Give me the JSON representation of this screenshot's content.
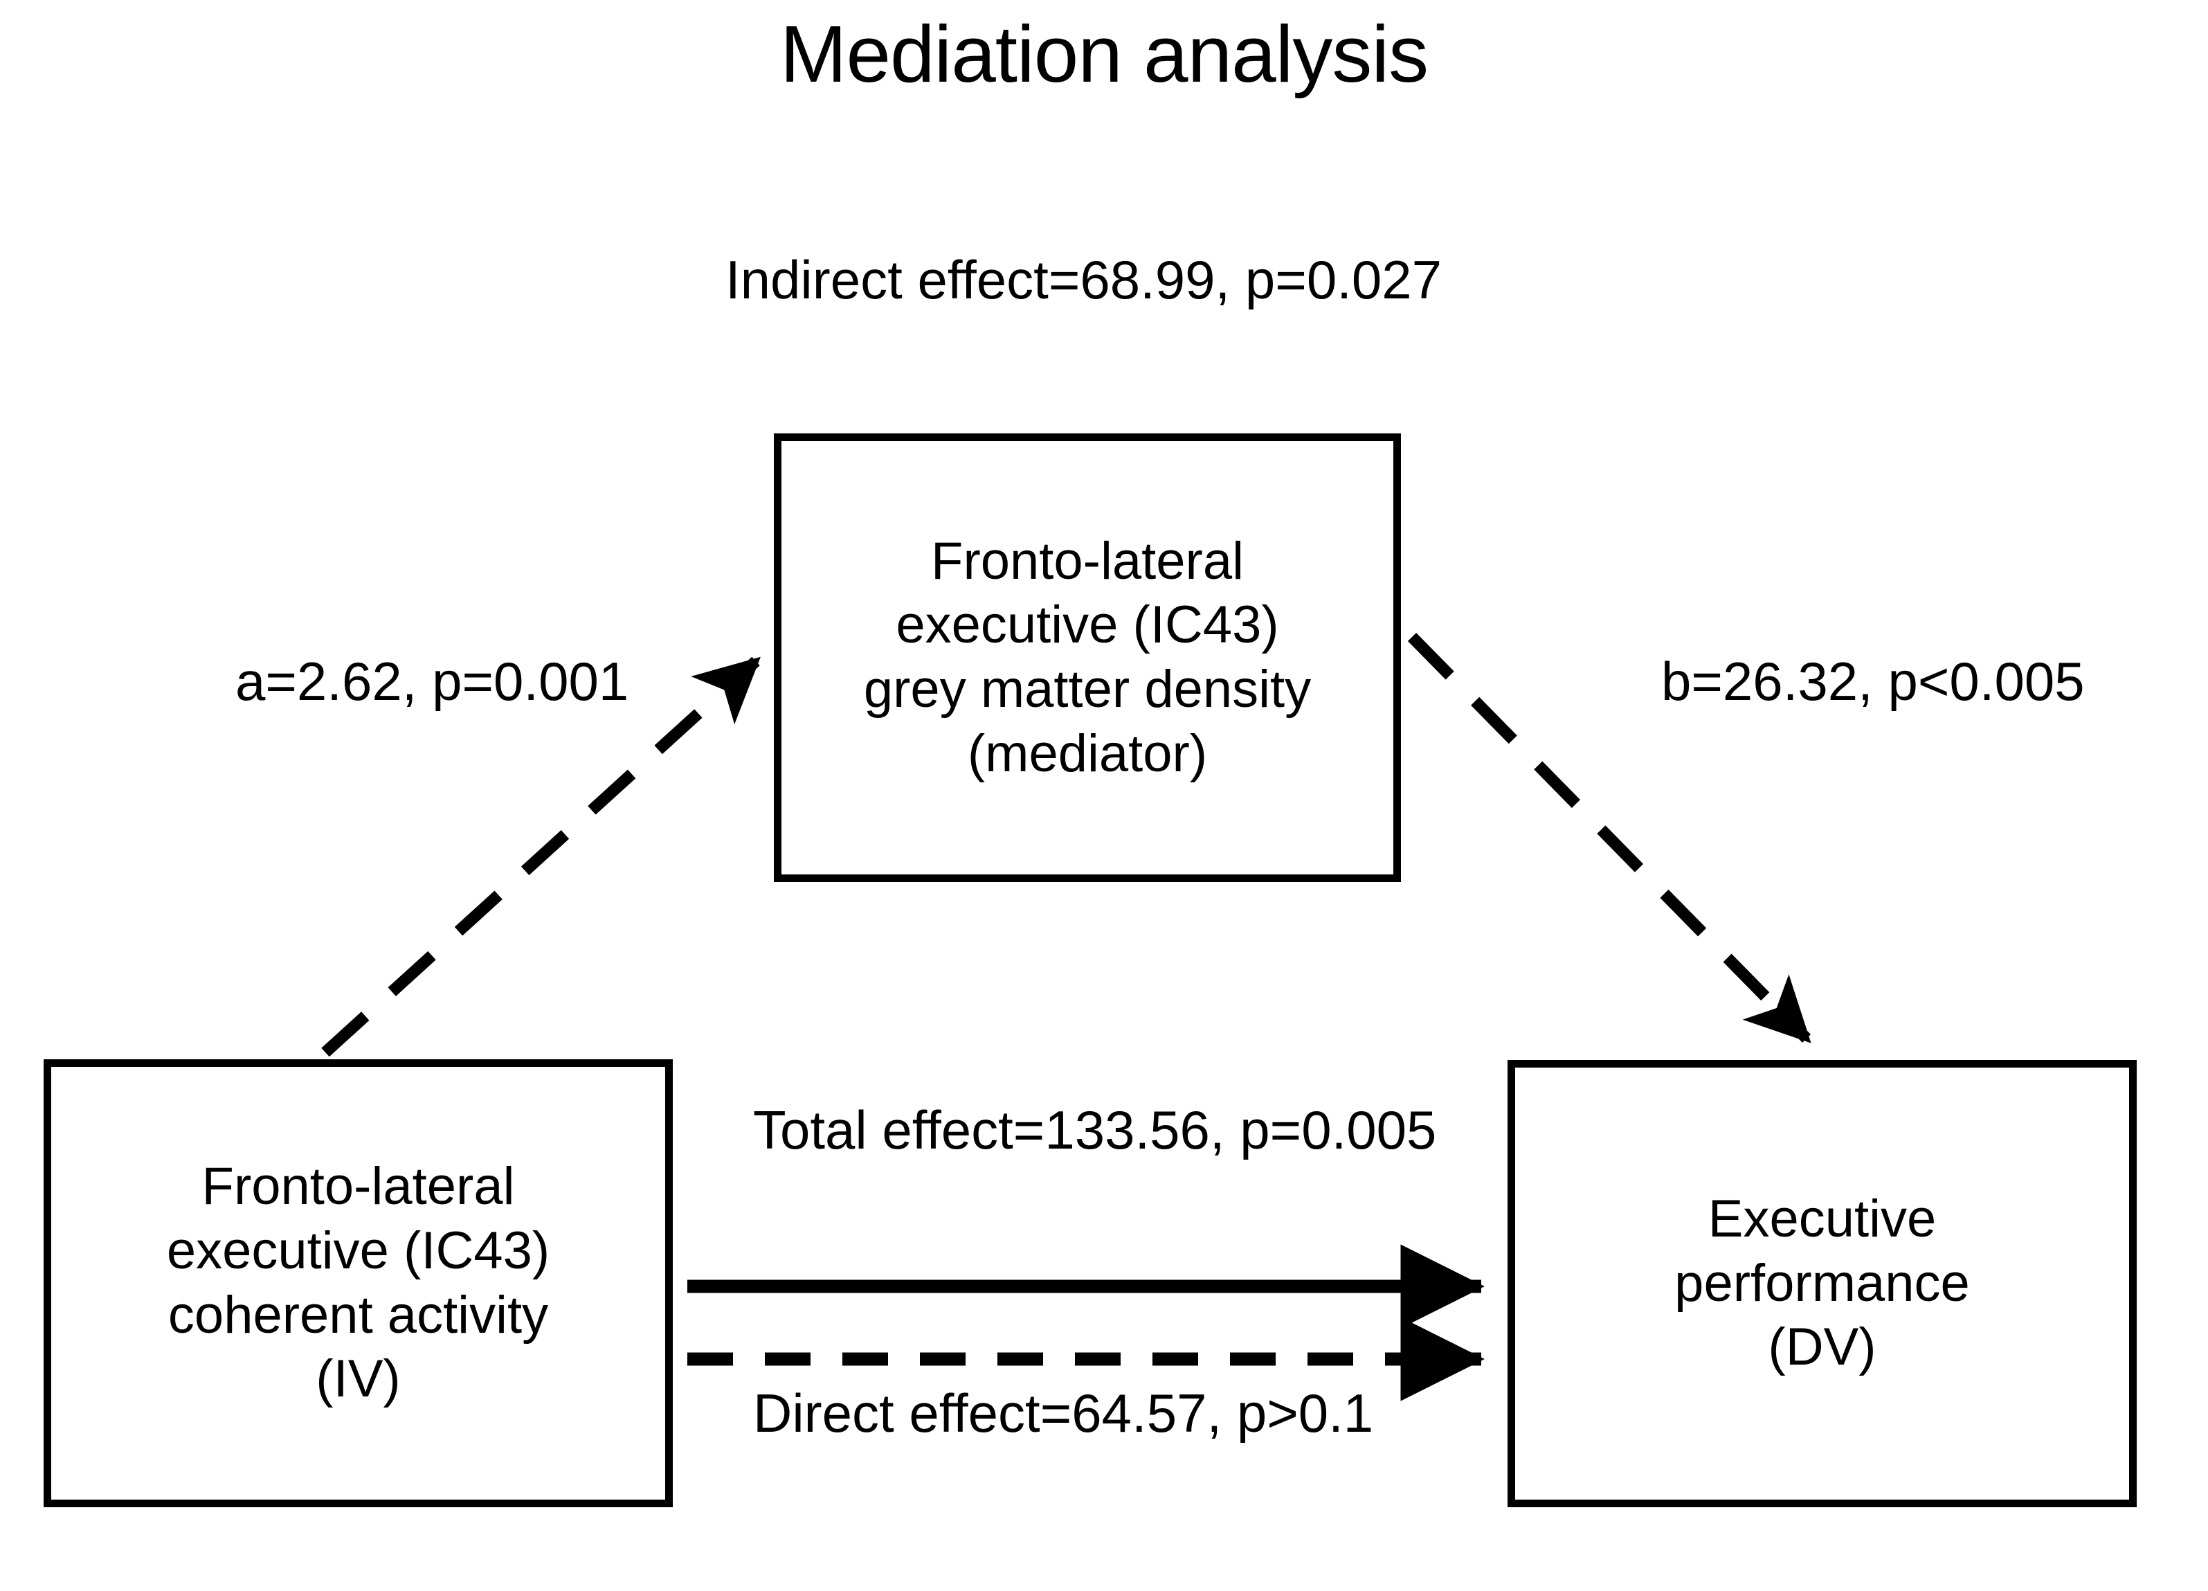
{
  "title": "Mediation analysis",
  "colors": {
    "ink": "#000000",
    "background": "#ffffff"
  },
  "nodes": {
    "mediator": {
      "role": "mediator",
      "lines": [
        "Fronto-lateral",
        "executive (IC43)",
        "grey matter density",
        "(mediator)"
      ]
    },
    "independent": {
      "role": "IV",
      "lines": [
        "Fronto-lateral",
        "executive (IC43)",
        "coherent activity",
        "(IV)"
      ]
    },
    "dependent": {
      "role": "DV",
      "lines": [
        "Executive",
        "performance",
        "(DV)"
      ]
    }
  },
  "edges": {
    "indirect": {
      "name": "Indirect effect",
      "lines": [
        "Indirect effect=68.99,",
        "p=0.027"
      ],
      "coefficient": 68.99,
      "p_value": "p=0.027",
      "style": "label-only"
    },
    "a_path": {
      "name": "a path",
      "lines": [
        "a=2.62,",
        "p=0.001"
      ],
      "coefficient": 2.62,
      "p_value": "p=0.001",
      "style": "dashed",
      "from": "IV",
      "to": "mediator"
    },
    "b_path": {
      "name": "b path",
      "lines": [
        "b=26.32,",
        "p<0.005"
      ],
      "coefficient": 26.32,
      "p_value": "p<0.005",
      "style": "dashed",
      "from": "mediator",
      "to": "DV"
    },
    "total": {
      "name": "Total effect",
      "lines": [
        "Total effect=133.56,",
        "p=0.005"
      ],
      "coefficient": 133.56,
      "p_value": "p=0.005",
      "style": "solid",
      "from": "IV",
      "to": "DV"
    },
    "direct": {
      "name": "Direct effect",
      "lines": [
        "Direct effect=64.57,",
        "p>0.1"
      ],
      "coefficient": 64.57,
      "p_value": "p>0.1",
      "style": "dashed",
      "from": "IV",
      "to": "DV"
    }
  },
  "chart_data": {
    "type": "diagram",
    "title": "Mediation analysis",
    "diagram_kind": "mediation-path-model",
    "nodes": [
      {
        "id": "IV",
        "label": "Fronto-lateral executive (IC43) coherent activity (IV)"
      },
      {
        "id": "mediator",
        "label": "Fronto-lateral executive (IC43) grey matter density (mediator)"
      },
      {
        "id": "DV",
        "label": "Executive performance (DV)"
      }
    ],
    "paths": [
      {
        "id": "a",
        "from": "IV",
        "to": "mediator",
        "estimate": 2.62,
        "p": "0.001",
        "line": "dashed"
      },
      {
        "id": "b",
        "from": "mediator",
        "to": "DV",
        "estimate": 26.32,
        "p": "<0.005",
        "line": "dashed"
      },
      {
        "id": "total",
        "from": "IV",
        "to": "DV",
        "estimate": 133.56,
        "p": "0.005",
        "line": "solid"
      },
      {
        "id": "direct",
        "from": "IV",
        "to": "DV",
        "estimate": 64.57,
        "p": ">0.1",
        "line": "dashed"
      },
      {
        "id": "indirect",
        "from": "IV",
        "to": "DV",
        "estimate": 68.99,
        "p": "0.027",
        "line": "none",
        "via": "mediator"
      }
    ]
  }
}
